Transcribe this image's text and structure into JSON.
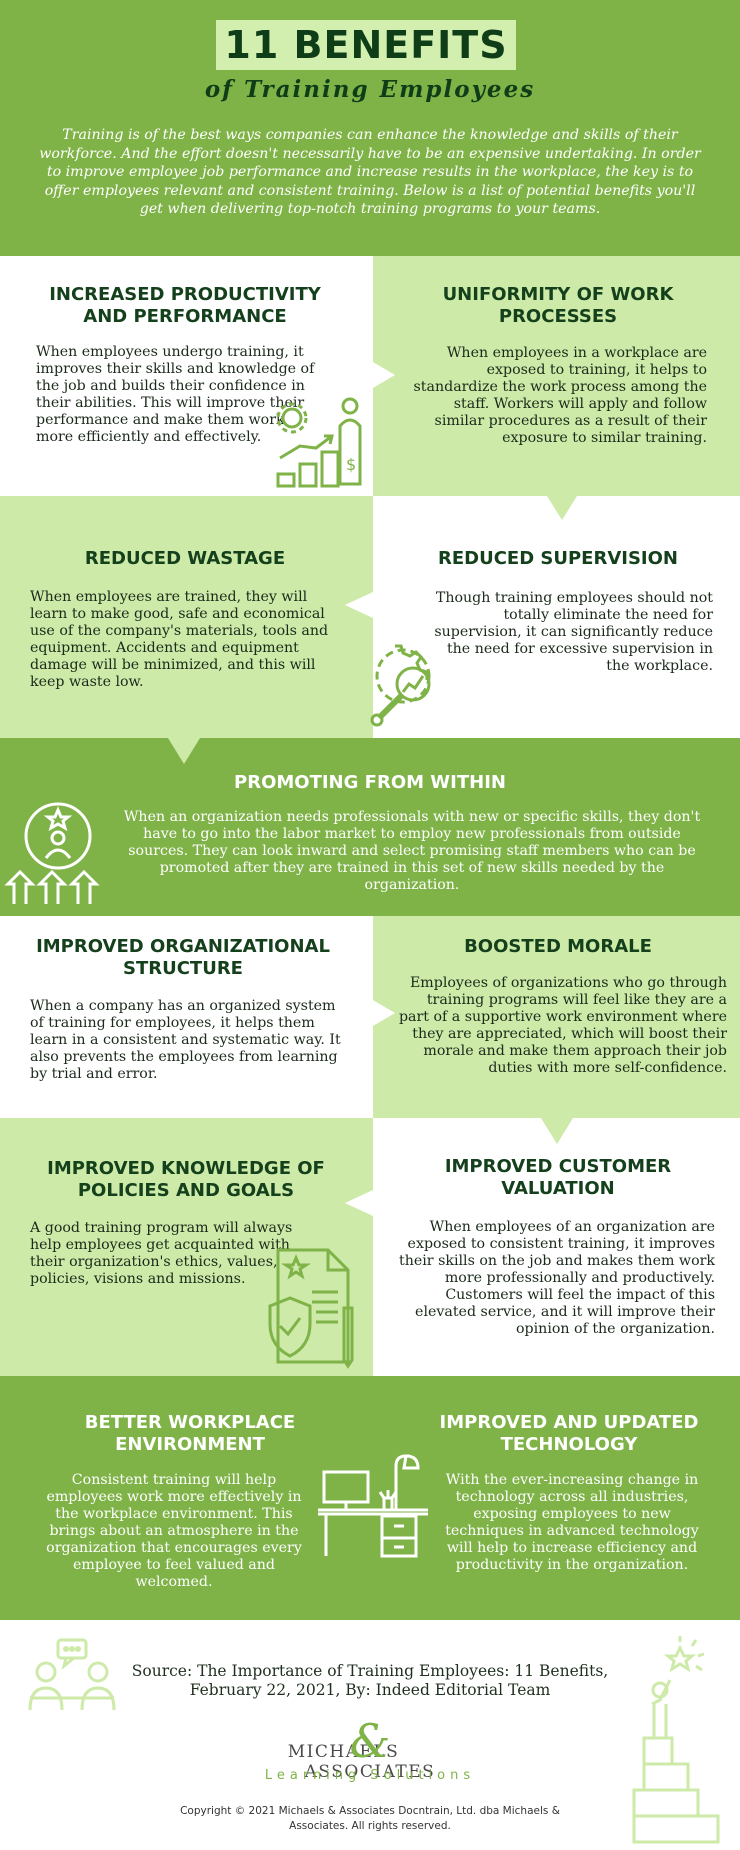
{
  "header": {
    "title": "11 BENEFITS",
    "subtitle": "of Training Employees",
    "intro": "Training is of the best ways companies can enhance the knowledge and skills of their workforce. And the effort doesn't necessarily have to be an expensive undertaking. In order to improve employee job performance and increase results in the workplace, the key is to offer employees relevant and consistent training. Below is a list of potential benefits you'll get when delivering top-notch training programs to your teams."
  },
  "benefits": {
    "productivity": {
      "title": "INCREASED PRODUCTIVITY AND PERFORMANCE",
      "text": "When employees undergo training, it improves their skills and knowledge of the job and builds their confidence in their abilities. This will improve their performance and make them work more efficiently and effectively.",
      "icon": "growth-chart-icon"
    },
    "uniformity": {
      "title": "UNIFORMITY OF WORK PROCESSES",
      "text": "When employees in a workplace are exposed to training, it helps to standardize the work process among the staff. Workers will apply and follow similar procedures as a result of their exposure to similar training."
    },
    "wastage": {
      "title": "REDUCED WASTAGE",
      "text": "When employees are trained, they will learn to make good, safe and economical use of the company's materials, tools and equipment. Accidents and equipment damage will be minimized, and this will keep waste low."
    },
    "supervision": {
      "title": "REDUCED SUPERVISION",
      "text": "Though training employees should not totally eliminate the need for supervision, it can significantly reduce the need for excessive supervision in the workplace.",
      "icon": "gear-magnifier-icon"
    },
    "promoting": {
      "title": "PROMOTING FROM WITHIN",
      "text": "When an organization needs professionals with new or specific skills, they don't have to go into the labor market to employ new professionals from outside sources. They can look inward and select promising staff members who can be promoted after they are trained in this set of new skills needed by the organization.",
      "icon": "promotion-icon"
    },
    "structure": {
      "title": "IMPROVED ORGANIZATIONAL STRUCTURE",
      "text": "When a company has an organized system of training for employees, it helps them learn in a consistent and systematic way. It also prevents the employees from learning by trial and error."
    },
    "morale": {
      "title": "BOOSTED MORALE",
      "text": "Employees of organizations who go through training programs will feel like they are a part of a supportive work environment where they are appreciated, which will boost their morale and make them approach their job duties with more self-confidence."
    },
    "knowledge": {
      "title": "IMPROVED KNOWLEDGE OF POLICIES AND GOALS",
      "text": "A good training program will always help employees get acquainted with their organization's ethics, values, policies, visions and missions.",
      "icon": "policy-document-icon"
    },
    "customer": {
      "title": "IMPROVED CUSTOMER VALUATION",
      "text": "When employees of an organization are exposed to consistent training, it improves their skills on the job and makes them work more professionally and productively. Customers will feel the impact of this elevated service, and it will improve their opinion of the organization."
    },
    "workplace": {
      "title": "BETTER WORKPLACE ENVIRONMENT",
      "text": "Consistent training will help employees work more effectively in the workplace environment. This brings about an atmosphere in the organization that encourages every employee to feel valued and welcomed.",
      "icon": "desk-workspace-icon"
    },
    "technology": {
      "title": "IMPROVED AND UPDATED TECHNOLOGY",
      "text": "With the ever-increasing change in technology across all industries, exposing employees to new techniques in advanced technology will help to increase efficiency and productivity in the organization."
    }
  },
  "footer": {
    "source": "Source: The Importance of Training Employees: 11 Benefits, February 22, 2021, By: Indeed Editorial Team",
    "logo_name_left": "MICHAELS",
    "logo_amp": "&",
    "logo_name_right": "ASSOCIATES",
    "logo_sub": "Learning Solutions",
    "copyright": "Copyright © 2021 Michaels & Associates Docntrain, Ltd. dba Michaels & Associates. All rights reserved.",
    "left_icon": "conversation-icon",
    "right_icon": "stairs-success-icon"
  },
  "colors": {
    "dark_green": "#7fb348",
    "light_green": "#cdeaa8",
    "title_green": "#14401c"
  }
}
